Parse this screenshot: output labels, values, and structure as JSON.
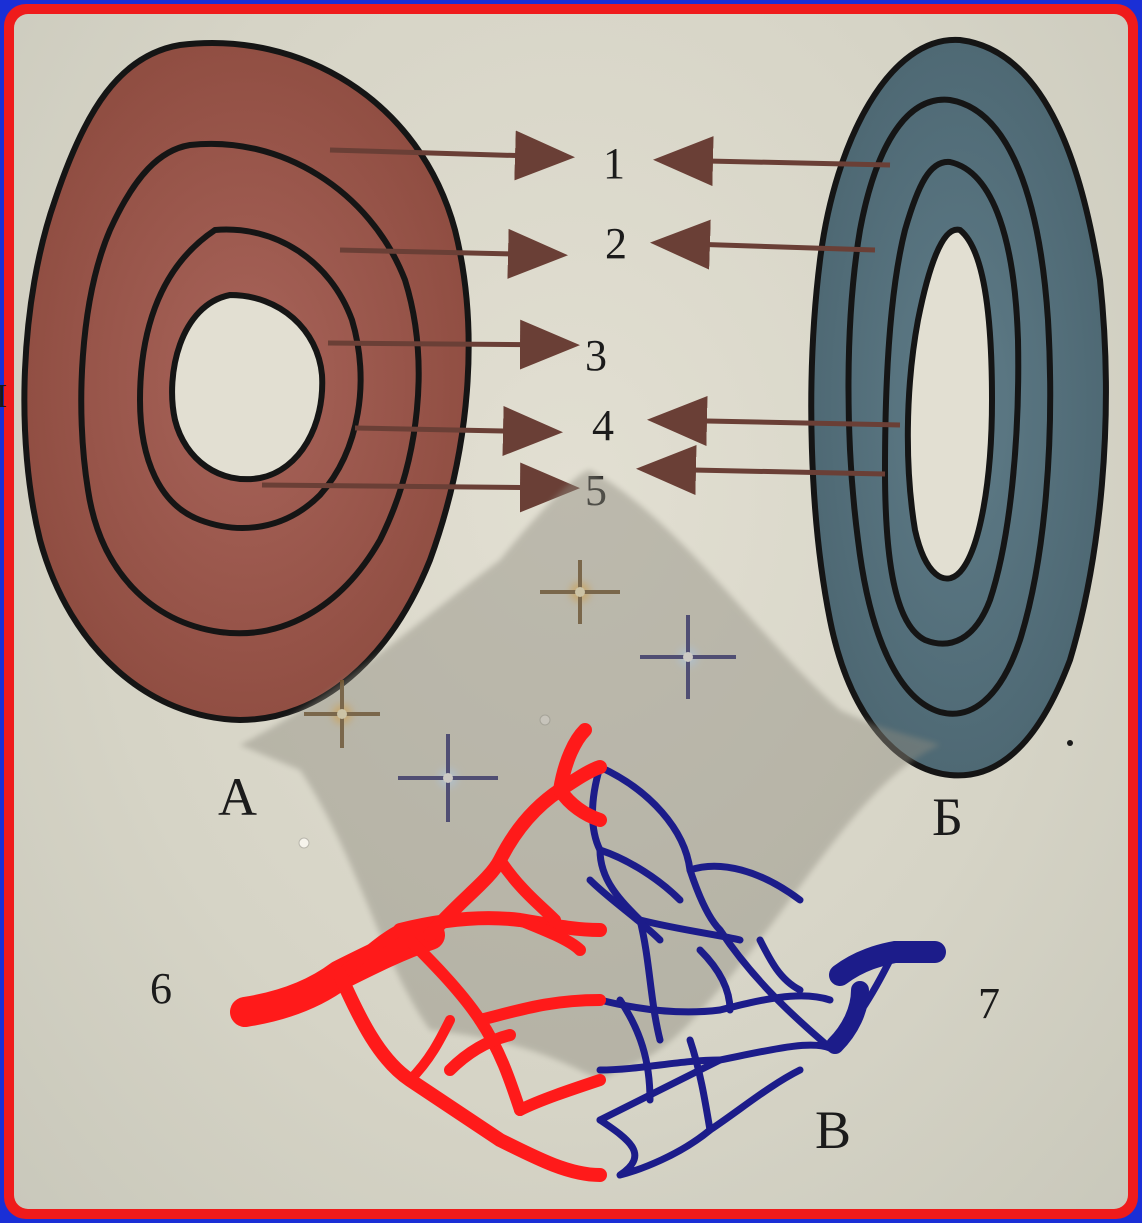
{
  "labels": {
    "a": "А",
    "b": "Б",
    "v": "В",
    "n1": "1",
    "n2": "2",
    "n3": "3",
    "n4": "4",
    "n5": "5",
    "n6": "6",
    "n7": "7",
    "stray": "I"
  },
  "colors": {
    "frame_blue": "#1a2fd6",
    "frame_red": "#ef1b1b",
    "artery_fill": "#9b5a4c",
    "vein_fill": "#56707b",
    "arterial_capillary": "#ff1a1a",
    "venous_capillary": "#1c1c8a",
    "arrow": "#6a3f36"
  }
}
